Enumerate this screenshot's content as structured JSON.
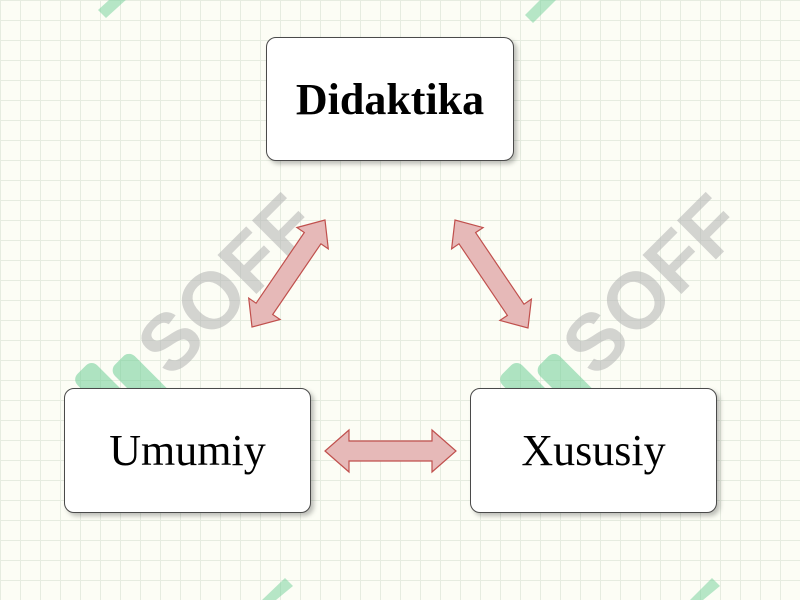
{
  "diagram": {
    "nodes": {
      "top": {
        "label": "Didaktika"
      },
      "left": {
        "label": "Umumiy"
      },
      "right": {
        "label": "Xususiy"
      }
    },
    "edges": [
      {
        "from": "Didaktika",
        "to": "Umumiy",
        "style": "double-arrow"
      },
      {
        "from": "Didaktika",
        "to": "Xususiy",
        "style": "double-arrow"
      },
      {
        "from": "Umumiy",
        "to": "Xususiy",
        "style": "double-arrow"
      }
    ]
  },
  "watermark": {
    "text": "SOFF"
  },
  "colors": {
    "background": "#fcfdf5",
    "grid": "#e6ece0",
    "arrow_fill": "#e6b9b8",
    "arrow_stroke": "#c0504d",
    "box_border": "#4a4a4a",
    "watermark_green": "#6fcf97",
    "watermark_gray": "#b3b3b3"
  }
}
